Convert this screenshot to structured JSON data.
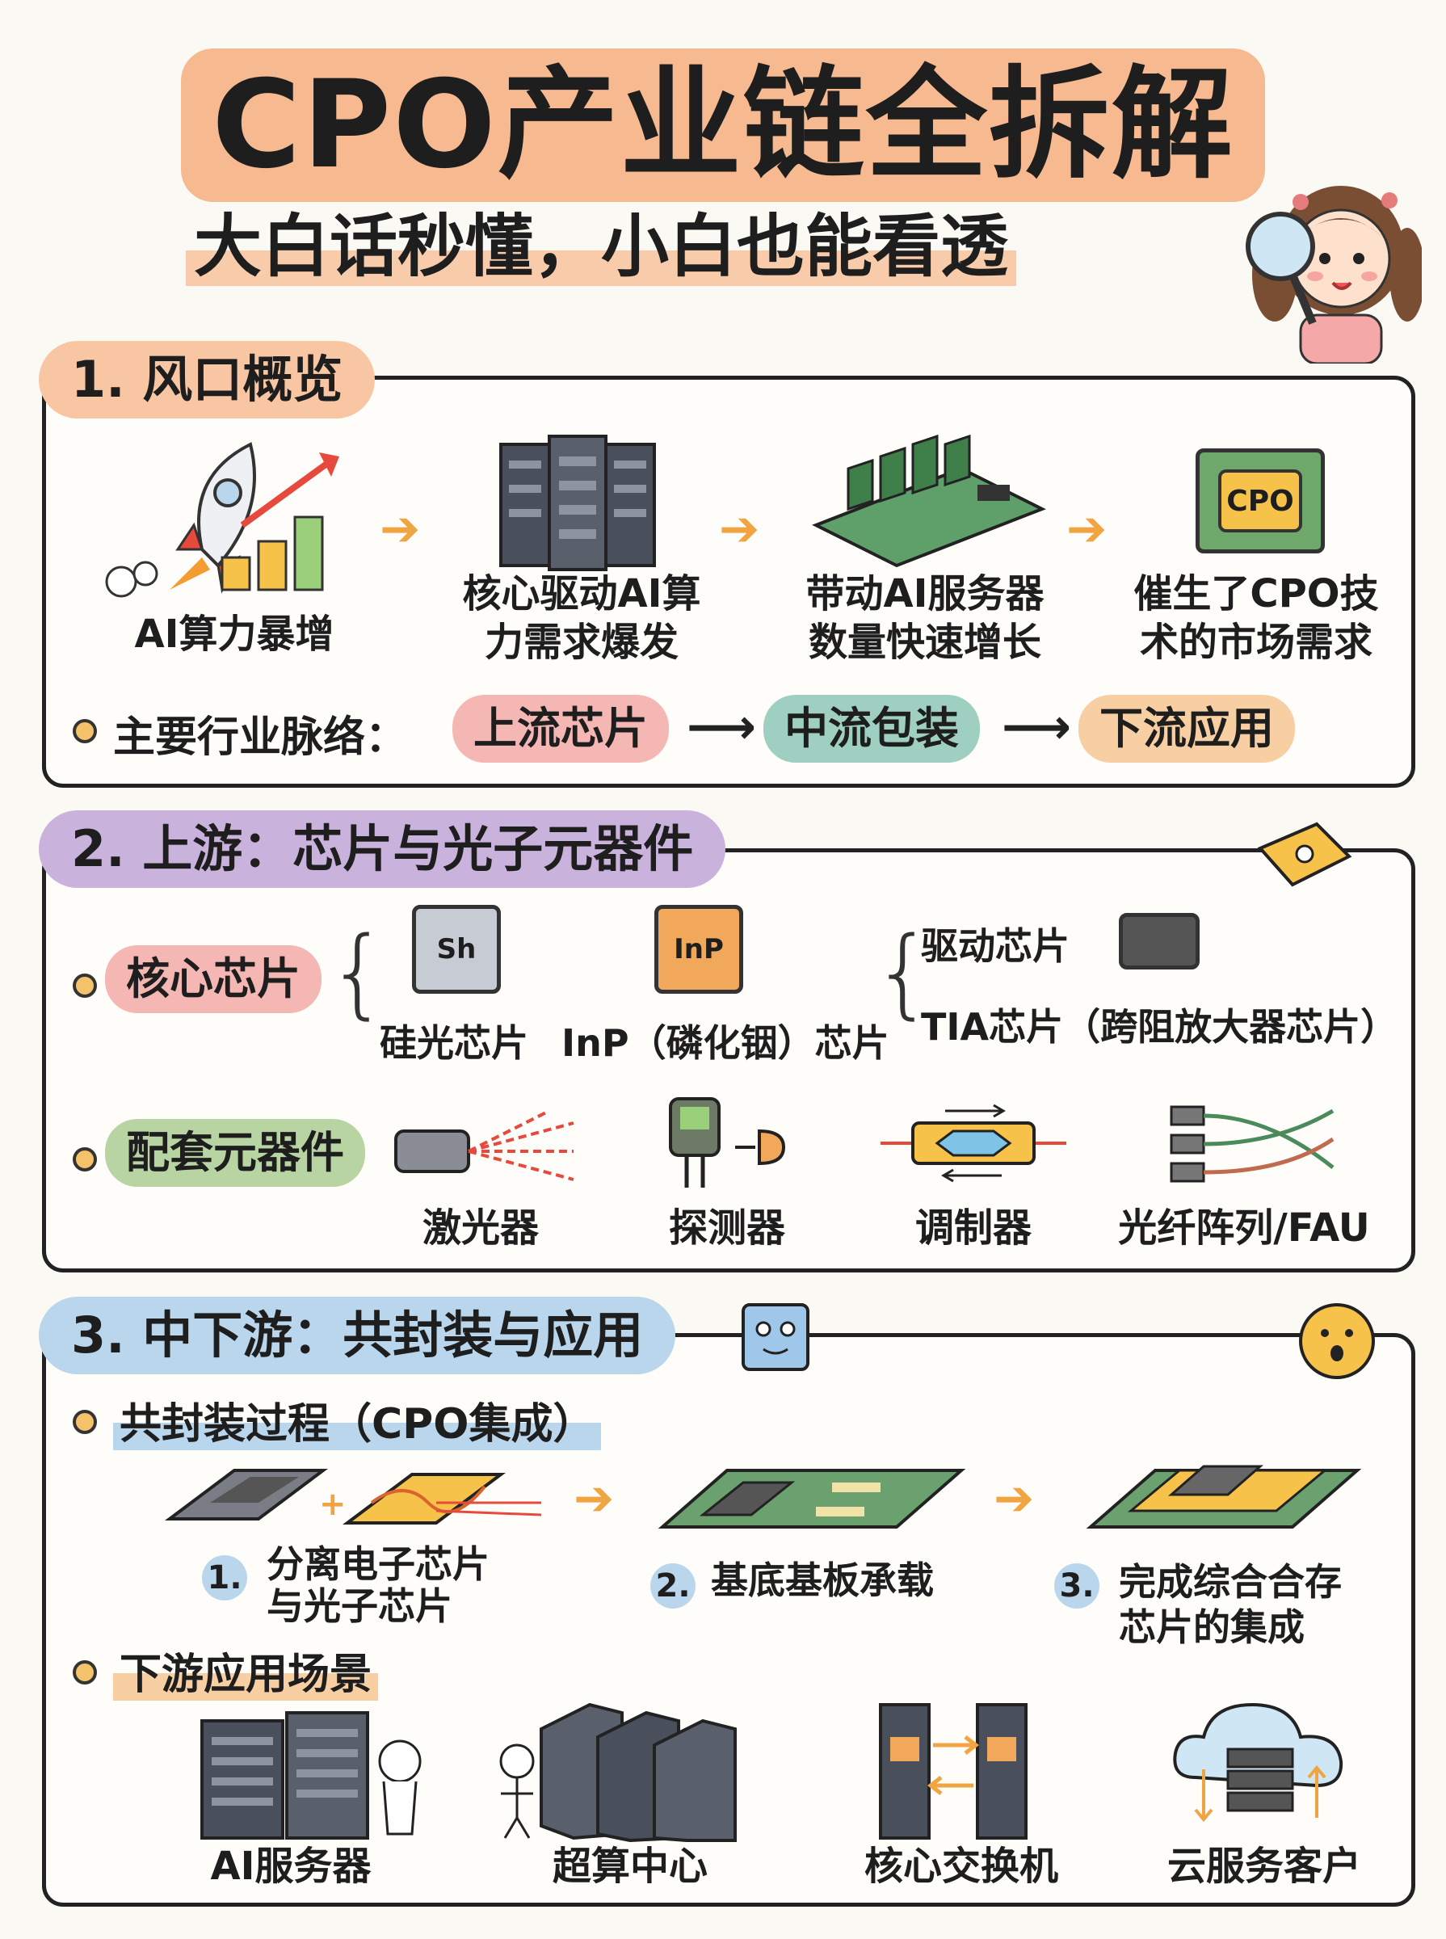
{
  "header": {
    "title": "CPO产业链全拆解",
    "subtitle": "大白话秒懂，小白也能看透"
  },
  "section1": {
    "title": "1. 风口概览",
    "steps": [
      {
        "line1": "AI算力暴增",
        "line2": ""
      },
      {
        "line1": "核心驱动AI算",
        "line2": "力需求爆发"
      },
      {
        "line1": "带动AI服务器",
        "line2": "数量快速增长"
      },
      {
        "line1": "催生了CPO技",
        "line2": "术的市场需求"
      }
    ],
    "chain_label": "主要行业脉络：",
    "chain": [
      "上流芯片",
      "中流包装",
      "下流应用"
    ],
    "chip_text": "CPO"
  },
  "section2": {
    "title": "2. 上游：芯片与光子元器件",
    "core_label": "核心芯片",
    "core_items": [
      {
        "chip": "Sh",
        "label": "硅光芯片"
      },
      {
        "chip": "InP",
        "label": "InP（磷化铟）芯片"
      }
    ],
    "side_items": [
      "驱动芯片",
      "TIA芯片（跨阻放大器芯片）"
    ],
    "support_label": "配套元器件",
    "support_items": [
      "激光器",
      "探测器",
      "调制器",
      "光纤阵列/FAU"
    ]
  },
  "section3": {
    "title": "3. 中下游：共封装与应用",
    "process_label": "共封装过程（CPO集成）",
    "process_steps": [
      {
        "num": "1.",
        "line1": "分离电子芯片",
        "line2": "与光子芯片"
      },
      {
        "num": "2.",
        "line1": "基底基板承载",
        "line2": ""
      },
      {
        "num": "3.",
        "line1": "完成综合合存",
        "line2": "芯片的集成"
      }
    ],
    "apps_label": "下游应用场景",
    "apps": [
      "AI服务器",
      "超算中心",
      "核心交换机",
      "云服务客户"
    ]
  },
  "colors": {
    "orange_hl": "#f6b990",
    "purple_hl": "#c9b3dc",
    "blue_hl": "#b9d6ec",
    "pink": "#f4b7b3",
    "teal": "#9fcfc0",
    "peach": "#f8cfa2",
    "green": "#b8d4a2",
    "arrow": "#f0a542"
  }
}
